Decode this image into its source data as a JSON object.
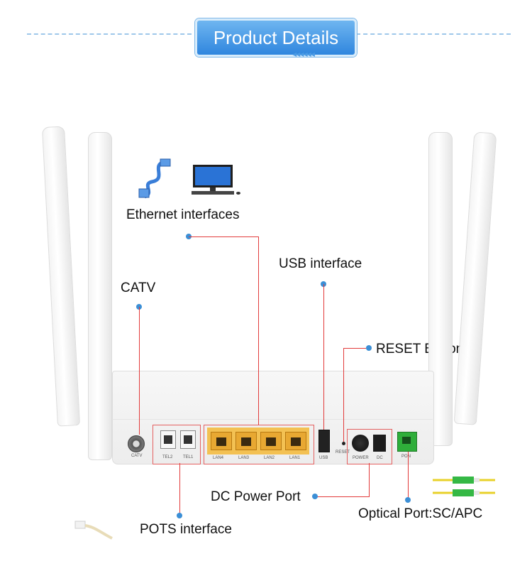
{
  "header": {
    "title": "Product Details"
  },
  "labels": {
    "ethernet": "Ethernet interfaces",
    "usb": "USB interface",
    "catv": "CATV",
    "reset": "RESET Button",
    "dc_power": "DC Power Port",
    "pots": "POTS interface",
    "optical": "Optical Port:SC/APC"
  },
  "ports": {
    "catv": "CATV",
    "tel2": "TEL2",
    "tel1": "TEL1",
    "lan4": "LAN4",
    "lan3": "LAN3",
    "lan2": "LAN2",
    "lan1": "LAN1",
    "usb": "USB",
    "reset": "RESET",
    "power": "POWER",
    "dc": "DC",
    "pon": "PON"
  },
  "colors": {
    "accent_blue": "#3b8fd6",
    "leader_red": "#e23b3b",
    "lan_port": "#e8a832",
    "pon_port": "#2fae3a"
  }
}
